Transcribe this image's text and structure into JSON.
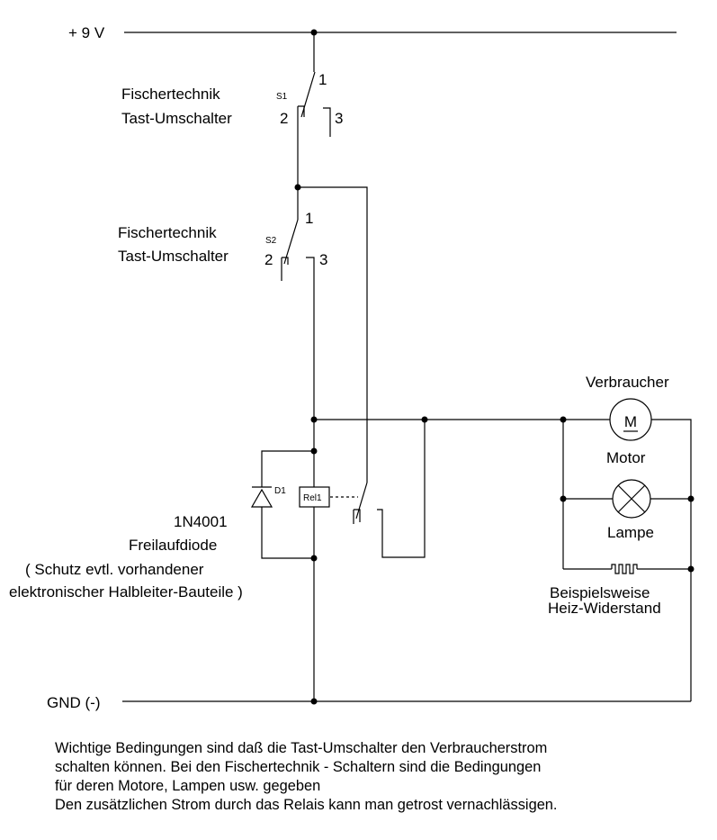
{
  "rails": {
    "supply": "+ 9 V",
    "ground": "GND (-)"
  },
  "switch1": {
    "title_line1": "Fischertechnik",
    "title_line2": "Tast-Umschalter",
    "ref": "S1",
    "pin_common": "1",
    "pin_nc": "2",
    "pin_no": "3"
  },
  "switch2": {
    "title_line1": "Fischertechnik",
    "title_line2": "Tast-Umschalter",
    "ref": "S2",
    "pin_common": "1",
    "pin_nc": "2",
    "pin_no": "3"
  },
  "relay": {
    "ref": "Rel1"
  },
  "diode": {
    "ref": "D1",
    "part": "1N4001",
    "type": "Freilaufdiode",
    "note_line1": "( Schutz evtl. vorhandener",
    "note_line2": "elektronischer Halbleiter-Bauteile )"
  },
  "loads": {
    "title": "Verbraucher",
    "motor_symbol": "M",
    "motor": "Motor",
    "lamp": "Lampe",
    "resistor_line1": "Beispielsweise",
    "resistor_line2": "Heiz-Widerstand"
  },
  "footer": {
    "line1": "Wichtige Bedingungen sind daß die Tast-Umschalter den Verbraucherstrom",
    "line2": "schalten können. Bei den Fischertechnik - Schaltern sind die Bedingungen",
    "line3": "für deren Motore, Lampen usw. gegeben",
    "line4": "Den zusätzlichen Strom durch das Relais kann man getrost vernachlässigen."
  }
}
